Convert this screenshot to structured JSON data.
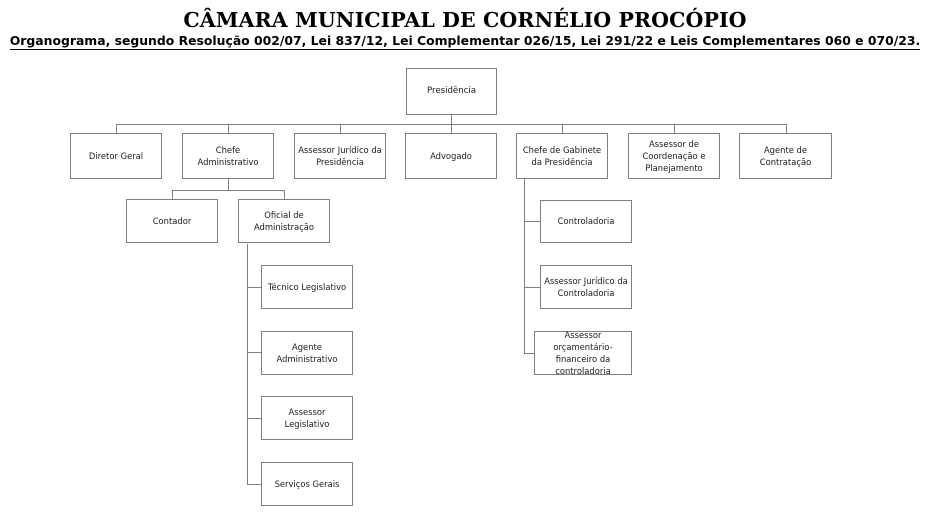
{
  "header": {
    "title": "CÂMARA MUNICIPAL DE CORNÉLIO PROCÓPIO",
    "subtitle": "Organograma, segundo Resolução 002/07, Lei 837/12, Lei Complementar 026/15, Lei 291/22 e Leis Complementares 060 e 070/23."
  },
  "style": {
    "box_border_color": "#7f7f7f",
    "connector_color": "#7f7f7f",
    "background": "#ffffff",
    "text_color": "#1a1a1a"
  },
  "chart_data": {
    "type": "diagram",
    "diagram_type": "organizational-chart",
    "title": "CÂMARA MUNICIPAL DE CORNÉLIO PROCÓPIO",
    "subtitle": "Organograma, segundo Resolução 002/07, Lei 837/12, Lei Complementar 026/15, Lei 291/22 e Leis Complementares 060 e 070/23.",
    "nodes": [
      {
        "id": "presidencia",
        "label": "Presidência",
        "level": 0,
        "parent": null
      },
      {
        "id": "diretor-geral",
        "label": "Diretor Geral",
        "level": 1,
        "parent": "presidencia"
      },
      {
        "id": "chefe-administrativo",
        "label": "Chefe Administrativo",
        "level": 1,
        "parent": "presidencia"
      },
      {
        "id": "assessor-juridico-presidencia",
        "label": "Assessor Jurídico da Presidência",
        "level": 1,
        "parent": "presidencia"
      },
      {
        "id": "advogado",
        "label": "Advogado",
        "level": 1,
        "parent": "presidencia"
      },
      {
        "id": "chefe-gabinete-presidencia",
        "label": "Chefe de Gabinete da Presidência",
        "level": 1,
        "parent": "presidencia"
      },
      {
        "id": "assessor-coordenacao-planejamento",
        "label": "Assessor de Coordenação e Planejamento",
        "level": 1,
        "parent": "presidencia"
      },
      {
        "id": "agente-contratacao",
        "label": "Agente de Contratação",
        "level": 1,
        "parent": "presidencia"
      },
      {
        "id": "contador",
        "label": "Contador",
        "level": 2,
        "parent": "chefe-administrativo"
      },
      {
        "id": "oficial-administracao",
        "label": "Oficial de Administração",
        "level": 2,
        "parent": "chefe-administrativo"
      },
      {
        "id": "tecnico-legislativo",
        "label": "Técnico Legislativo",
        "level": 3,
        "parent": "oficial-administracao"
      },
      {
        "id": "agente-administrativo",
        "label": "Agente Administrativo",
        "level": 3,
        "parent": "oficial-administracao"
      },
      {
        "id": "assessor-legislativo",
        "label": "Assessor Legislativo",
        "level": 3,
        "parent": "oficial-administracao"
      },
      {
        "id": "servicos-gerais",
        "label": "Serviços Gerais",
        "level": 3,
        "parent": "oficial-administracao"
      },
      {
        "id": "controladoria",
        "label": "Controladoria",
        "level": 2,
        "parent": "chefe-gabinete-presidencia"
      },
      {
        "id": "assessor-juridico-controladoria",
        "label": "Assessor Jurídico da Controladoria",
        "level": 2,
        "parent": "chefe-gabinete-presidencia"
      },
      {
        "id": "assessor-orcamentario-financeiro",
        "label": "Assessor orçamentário-financeiro da controladoria",
        "level": 2,
        "parent": "chefe-gabinete-presidencia"
      }
    ]
  },
  "nodes": {
    "presidencia": "Presidência",
    "diretor_geral": "Diretor Geral",
    "chefe_administrativo": "Chefe Administrativo",
    "assessor_juridico_presidencia": "Assessor Jurídico da Presidência",
    "advogado": "Advogado",
    "chefe_gabinete_presidencia": "Chefe de Gabinete da Presidência",
    "assessor_coordenacao_planejamento": "Assessor de Coordenação e Planejamento",
    "agente_contratacao": "Agente de Contratação",
    "contador": "Contador",
    "oficial_administracao": "Oficial de Administração",
    "tecnico_legislativo": "Técnico Legislativo",
    "agente_administrativo": "Agente Administrativo",
    "assessor_legislativo": "Assessor Legislativo",
    "servicos_gerais": "Serviços Gerais",
    "controladoria": "Controladoria",
    "assessor_juridico_controladoria": "Assessor Jurídico da Controladoria",
    "assessor_orcamentario_financeiro": "Assessor orçamentário-financeiro da controladoria"
  }
}
